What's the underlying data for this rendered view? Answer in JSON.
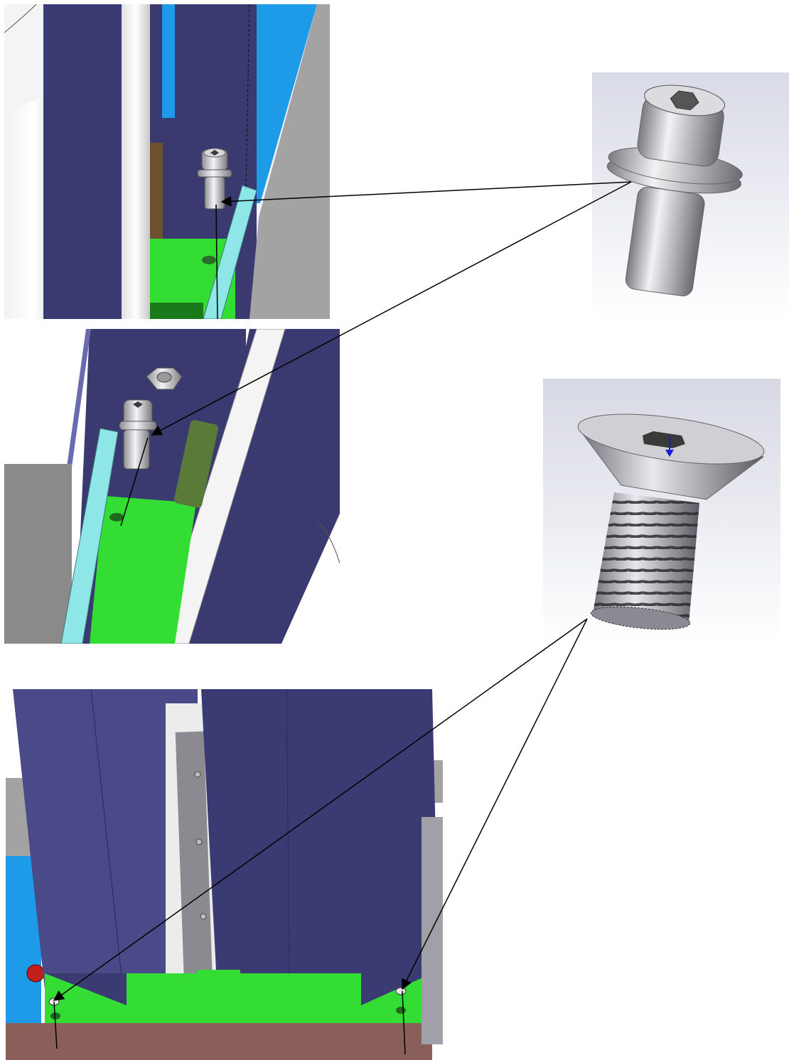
{
  "title": "",
  "figure": {
    "panels": [
      {
        "id": "assembly-view-top",
        "part": "socket-head-cap-screw-with-washer"
      },
      {
        "id": "assembly-view-middle",
        "part": "socket-head-cap-screw-with-washer"
      },
      {
        "id": "assembly-view-bottom",
        "part": "countersunk-screw"
      }
    ],
    "references": [
      {
        "id": "part-render-cap-screw",
        "shows": "socket-head-cap-screw-with-washer"
      },
      {
        "id": "part-render-countersunk-screw",
        "shows": "countersunk-screw"
      }
    ]
  },
  "colors": {
    "panel_navy": "#3b3b73",
    "bracket_green": "#33dd33",
    "rail_cyan": "#8ee6e6",
    "frame_blue": "#1d9be8",
    "frame_gray": "#a3a3a3",
    "base_brown": "#8a5f5a",
    "steel": "#c8c8cc",
    "arrow": "#000000"
  }
}
